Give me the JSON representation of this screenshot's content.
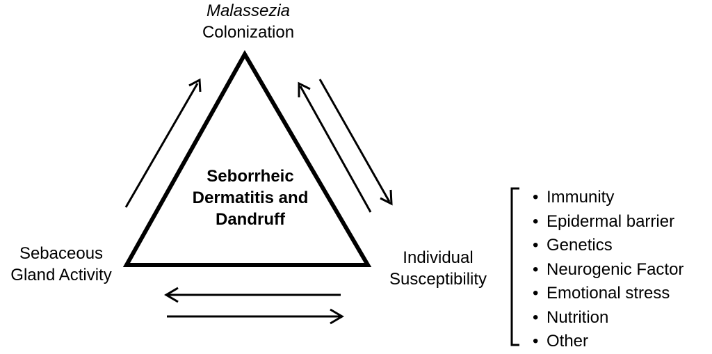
{
  "diagram": {
    "top_node": {
      "line1_italic": "Malassezia",
      "line2": "Colonization"
    },
    "left_node": {
      "line1": "Sebaceous",
      "line2": "Gland Activity"
    },
    "right_node": {
      "line1": "Individual",
      "line2": "Susceptibility"
    },
    "center": {
      "line1": "Seborrheic",
      "line2": "Dermatitis and",
      "line3": "Dandruff"
    },
    "susceptibility_factors": [
      "Immunity",
      "Epidermal barrier",
      "Genetics",
      "Neurogenic Factor",
      "Emotional stress",
      "Nutrition",
      "Other"
    ],
    "colors": {
      "stroke": "#000000",
      "background": "#ffffff"
    }
  }
}
